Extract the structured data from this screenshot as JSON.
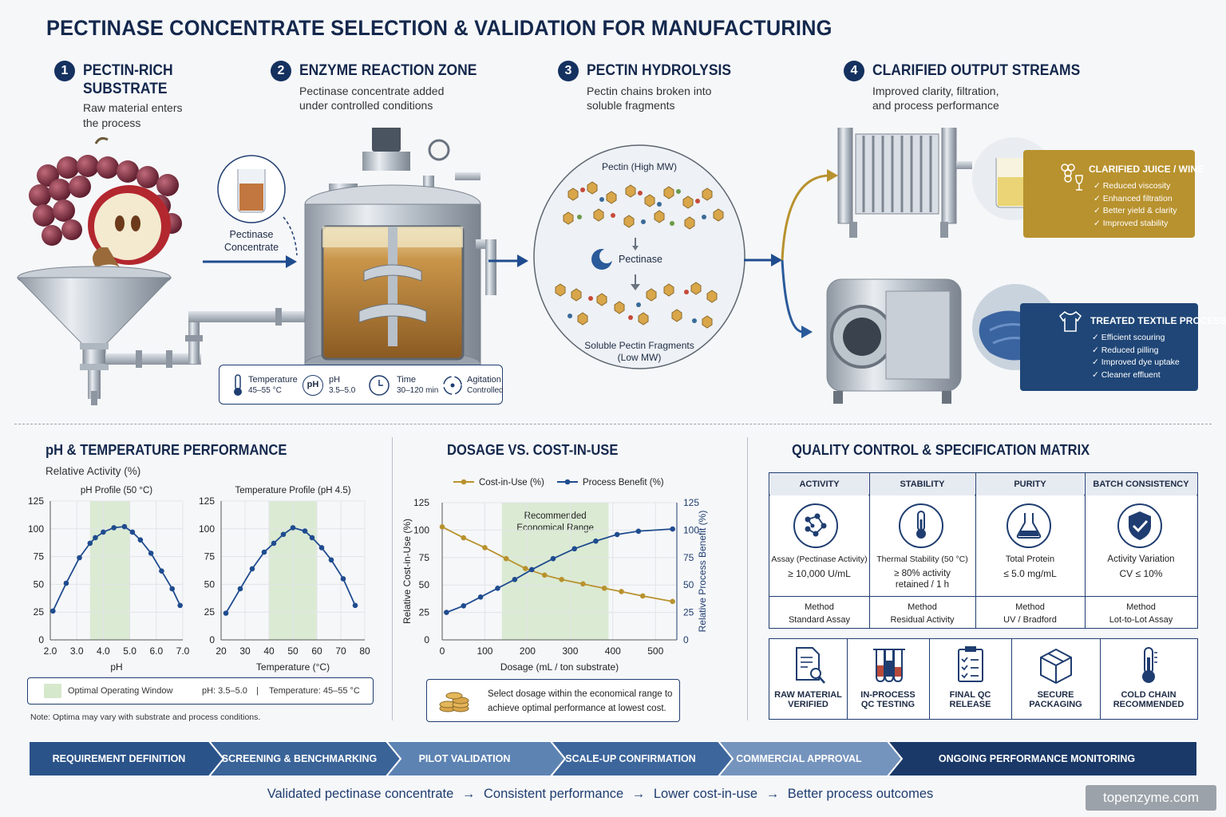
{
  "title": "PECTINASE CONCENTRATE SELECTION & VALIDATION FOR MANUFACTURING",
  "steps": [
    {
      "num": "1",
      "title1": "PECTIN-RICH",
      "title2": "SUBSTRATE",
      "desc1": "Raw material enters",
      "desc2": "the process"
    },
    {
      "num": "2",
      "title1": "ENZYME REACTION ZONE",
      "desc1": "Pectinase concentrate added",
      "desc2": "under controlled conditions"
    },
    {
      "num": "3",
      "title1": "PECTIN HYDROLYSIS",
      "desc1": "Pectin chains broken into",
      "desc2": "soluble fragments"
    },
    {
      "num": "4",
      "title1": "CLARIFIED OUTPUT STREAMS",
      "desc1": "Improved clarity, filtration,",
      "desc2": "and process performance"
    }
  ],
  "concentrate_label1": "Pectinase",
  "concentrate_label2": "Concentrate",
  "conditions": [
    {
      "label": "Temperature",
      "value": "45–55 °C",
      "icon": "thermometer-icon"
    },
    {
      "label": "pH",
      "value": "3.5–5.0",
      "icon": "ph-icon"
    },
    {
      "label": "Time",
      "value": "30–120 min",
      "icon": "clock-icon"
    },
    {
      "label": "Agitation",
      "value": "Controlled",
      "icon": "agitation-icon"
    }
  ],
  "hydrolysis": {
    "top_label": "Pectin (High MW)",
    "enzyme_label": "Pectinase",
    "bottom_label1": "Soluble Pectin Fragments",
    "bottom_label2": "(Low MW)"
  },
  "outputs": [
    {
      "title": "CLARIFIED JUICE / WINE",
      "color": "#b8922e",
      "items": [
        "✓ Reduced viscosity",
        "✓ Enhanced filtration",
        "✓ Better yield & clarity",
        "✓ Improved stability"
      ]
    },
    {
      "title": "TREATED TEXTILE PROCESS",
      "color": "#1f4677",
      "items": [
        "✓ Efficient scouring",
        "✓ Reduced pilling",
        "✓ Improved dye uptake",
        "✓ Cleaner effluent"
      ]
    }
  ],
  "ph_temp": {
    "section_title": "pH & TEMPERATURE PERFORMANCE",
    "subtitle": "Relative Activity (%)",
    "legend_label": "Optimal Operating Window",
    "legend_ph": "pH: 3.5–5.0",
    "legend_sep": "|",
    "legend_temp": "Temperature: 45–55 °C",
    "note": "Note: Optima may vary with substrate and process conditions."
  },
  "dosage": {
    "section_title": "DOSAGE VS. COST-IN-USE",
    "recommended1": "Recommended",
    "recommended2": "Economical Range",
    "tip1": "Select dosage within the economical range to",
    "tip2": "achieve optimal performance at lowest cost."
  },
  "chart_data": [
    {
      "type": "line",
      "title": "pH Profile (50 °C)",
      "xlabel": "pH",
      "ylabel": "",
      "xlim": [
        2.0,
        7.0
      ],
      "ylim": [
        0,
        125
      ],
      "xticks": [
        "2.0",
        "3.0",
        "4.0",
        "5.0",
        "6.0",
        "7.0"
      ],
      "yticks": [
        "0",
        "25",
        "50",
        "75",
        "100",
        "125"
      ],
      "optimal_window": [
        3.5,
        5.0
      ],
      "x": [
        2.1,
        2.6,
        3.1,
        3.5,
        3.7,
        4.0,
        4.4,
        4.8,
        5.1,
        5.4,
        5.8,
        6.2,
        6.6,
        6.9
      ],
      "values": [
        26,
        51,
        74,
        87,
        92,
        97,
        101,
        102,
        97,
        90,
        78,
        62,
        46,
        31
      ],
      "color": "#1f4c8f"
    },
    {
      "type": "line",
      "title": "Temperature Profile (pH 4.5)",
      "xlabel": "Temperature (°C)",
      "ylabel": "",
      "xlim": [
        20,
        80
      ],
      "ylim": [
        0,
        125
      ],
      "xticks": [
        "20",
        "30",
        "40",
        "50",
        "60",
        "70",
        "80"
      ],
      "yticks": [
        "0",
        "25",
        "50",
        "75",
        "100",
        "125"
      ],
      "optimal_window": [
        40,
        60
      ],
      "x": [
        22,
        28,
        33,
        38,
        42,
        46,
        50,
        55,
        58,
        62,
        66,
        71,
        76
      ],
      "values": [
        24,
        46,
        64,
        79,
        87,
        95,
        101,
        98,
        92,
        83,
        72,
        55,
        31
      ],
      "color": "#1f4c8f"
    },
    {
      "type": "line",
      "title": "",
      "xlabel": "Dosage (mL / ton substrate)",
      "ylabel": "Relative Cost-in-Use (%)",
      "y2label": "Relative Process Benefit (%)",
      "xlim": [
        0,
        550
      ],
      "ylim": [
        0,
        125
      ],
      "xticks": [
        "0",
        "100",
        "200",
        "300",
        "400",
        "500"
      ],
      "yticks": [
        "0",
        "25",
        "50",
        "75",
        "100",
        "125"
      ],
      "recommended_range": [
        140,
        390
      ],
      "series": [
        {
          "name": "Cost-in-Use (%)",
          "color": "#b8922e",
          "x": [
            0,
            50,
            100,
            150,
            195,
            240,
            280,
            330,
            380,
            420,
            470,
            540
          ],
          "values": [
            103,
            93,
            84,
            74,
            65,
            59,
            55,
            51,
            47,
            44,
            40,
            35
          ]
        },
        {
          "name": "Process Benefit (%)",
          "color": "#1f4c8f",
          "x": [
            10,
            50,
            90,
            130,
            170,
            210,
            260,
            310,
            360,
            410,
            460,
            540
          ],
          "values": [
            25,
            31,
            39,
            47,
            55,
            64,
            74,
            83,
            90,
            96,
            99,
            101
          ]
        }
      ]
    }
  ],
  "qc": {
    "section_title": "QUALITY CONTROL & SPECIFICATION MATRIX",
    "columns": [
      {
        "head": "ACTIVITY",
        "icon": "molecule-icon",
        "test1": "Assay (Pectinase Activity)",
        "spec1": "≥ 10,000 U/mL",
        "spec2": "",
        "method_label": "Method",
        "method": "Standard Assay"
      },
      {
        "head": "STABILITY",
        "icon": "thermometer-icon",
        "test1": "Thermal Stability (50 °C)",
        "spec1": "≥ 80% activity",
        "spec2": "retained / 1 h",
        "method_label": "Method",
        "method": "Residual Activity"
      },
      {
        "head": "PURITY",
        "icon": "flask-icon",
        "test1": "Total Protein",
        "spec1": "≤ 5.0 mg/mL",
        "spec2": "",
        "method_label": "Method",
        "method": "UV / Bradford"
      },
      {
        "head": "BATCH CONSISTENCY",
        "icon": "shield-check-icon",
        "test1": "Activity Variation",
        "spec1": "CV ≤ 10%",
        "spec2": "",
        "method_label": "Method",
        "method": "Lot-to-Lot Assay"
      }
    ],
    "bottom": [
      {
        "l1": "RAW MATERIAL",
        "l2": "VERIFIED",
        "icon": "document-search-icon"
      },
      {
        "l1": "IN-PROCESS",
        "l2": "QC TESTING",
        "icon": "test-tubes-icon"
      },
      {
        "l1": "FINAL QC",
        "l2": "RELEASE",
        "icon": "checklist-icon"
      },
      {
        "l1": "SECURE",
        "l2": "PACKAGING",
        "icon": "box-icon"
      },
      {
        "l1": "COLD CHAIN",
        "l2": "RECOMMENDED",
        "icon": "thermometer-icon"
      }
    ]
  },
  "flow": [
    {
      "label": "REQUIREMENT DEFINITION",
      "color": "#2a5389"
    },
    {
      "label": "SCREENING & BENCHMARKING",
      "color": "#3a6398"
    },
    {
      "label": "PILOT VALIDATION",
      "color": "#5d83b3"
    },
    {
      "label": "SCALE-UP CONFIRMATION",
      "color": "#3d669c"
    },
    {
      "label": "COMMERCIAL APPROVAL",
      "color": "#7594bd"
    },
    {
      "label": "ONGOING PERFORMANCE MONITORING",
      "color": "#1a3968"
    }
  ],
  "tagline": [
    "Validated pectinase concentrate",
    "→",
    "Consistent performance",
    "→",
    "Lower cost-in-use",
    "→",
    "Better process outcomes"
  ],
  "watermark": "topenzyme.com"
}
